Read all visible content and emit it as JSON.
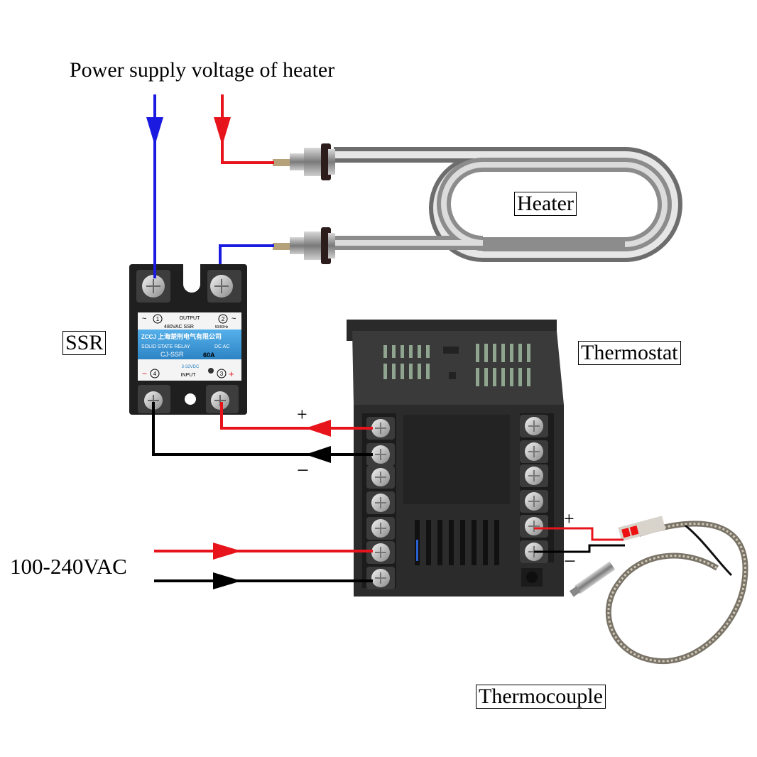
{
  "title": "Power supply voltage of heater",
  "labels": {
    "heater": "Heater",
    "ssr": "SSR",
    "thermostat": "Thermostat",
    "thermocouple": "Thermocouple",
    "mains": "100-240VAC",
    "plus": "+",
    "minus": "−"
  },
  "ssr_face": {
    "terminal_1": "1",
    "terminal_2": "2",
    "terminal_3": "3",
    "terminal_4": "4",
    "output": "OUTPUT",
    "rating": "480VAC SSR",
    "freq": "50/60Hz",
    "brand": "ZCCJ",
    "maker": "上海楚刑电气有限公司",
    "type": "SOLID STATE RELAY",
    "mode": "DC  AC",
    "model": "CJ-SSR",
    "current": "60A",
    "control_voltage": "3-32VDC",
    "input": "INPUT"
  },
  "colors": {
    "red_wire": "#e8141c",
    "blue_wire": "#1a1ae0",
    "black_wire": "#000000",
    "device_body": "#2b2b2b",
    "ssr_label": "#3a9bd8"
  }
}
